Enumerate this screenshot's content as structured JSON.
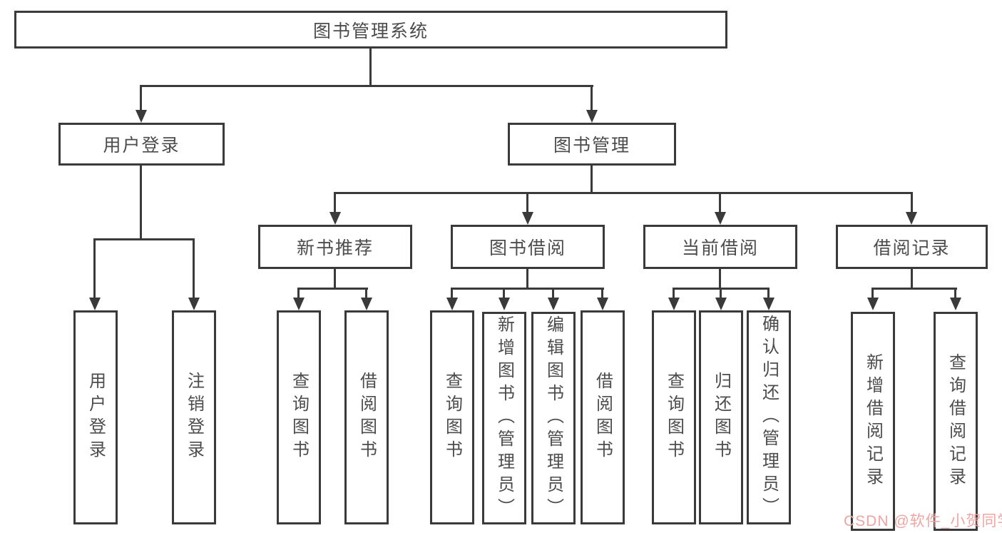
{
  "diagram": {
    "title_note": "library management system function structure diagram",
    "root": {
      "label": "图书管理系统"
    },
    "branches": [
      {
        "label": "用户登录"
      },
      {
        "label": "图书管理"
      }
    ],
    "modules": [
      {
        "label": "新书推荐"
      },
      {
        "label": "图书借阅"
      },
      {
        "label": "当前借阅"
      },
      {
        "label": "借阅记录"
      }
    ],
    "leaves": [
      {
        "label": "用户登录",
        "parent": "用户登录"
      },
      {
        "label": "注销登录",
        "parent": "用户登录"
      },
      {
        "label": "查询图书",
        "parent": "新书推荐"
      },
      {
        "label": "借阅图书",
        "parent": "新书推荐"
      },
      {
        "label": "查询图书",
        "parent": "图书借阅"
      },
      {
        "label": "新增图书（管理员）",
        "parent": "图书借阅"
      },
      {
        "label": "编辑图书（管理员）",
        "parent": "图书借阅"
      },
      {
        "label": "借阅图书",
        "parent": "图书借阅"
      },
      {
        "label": "查询图书",
        "parent": "当前借阅"
      },
      {
        "label": "归还图书",
        "parent": "当前借阅"
      },
      {
        "label": "确认归还（管理员）",
        "parent": "当前借阅"
      },
      {
        "label": "新增借阅记录",
        "parent": "借阅记录"
      },
      {
        "label": "查询借阅记录",
        "parent": "借阅记录"
      }
    ],
    "colors": {
      "line": "#3a3a3a",
      "border": "#3a3a3a",
      "text": "#4c4c4c",
      "background": "#ffffff"
    }
  },
  "watermark": {
    "text": "CSDN @软件_小贺同学",
    "color": "#f0a5a3"
  }
}
